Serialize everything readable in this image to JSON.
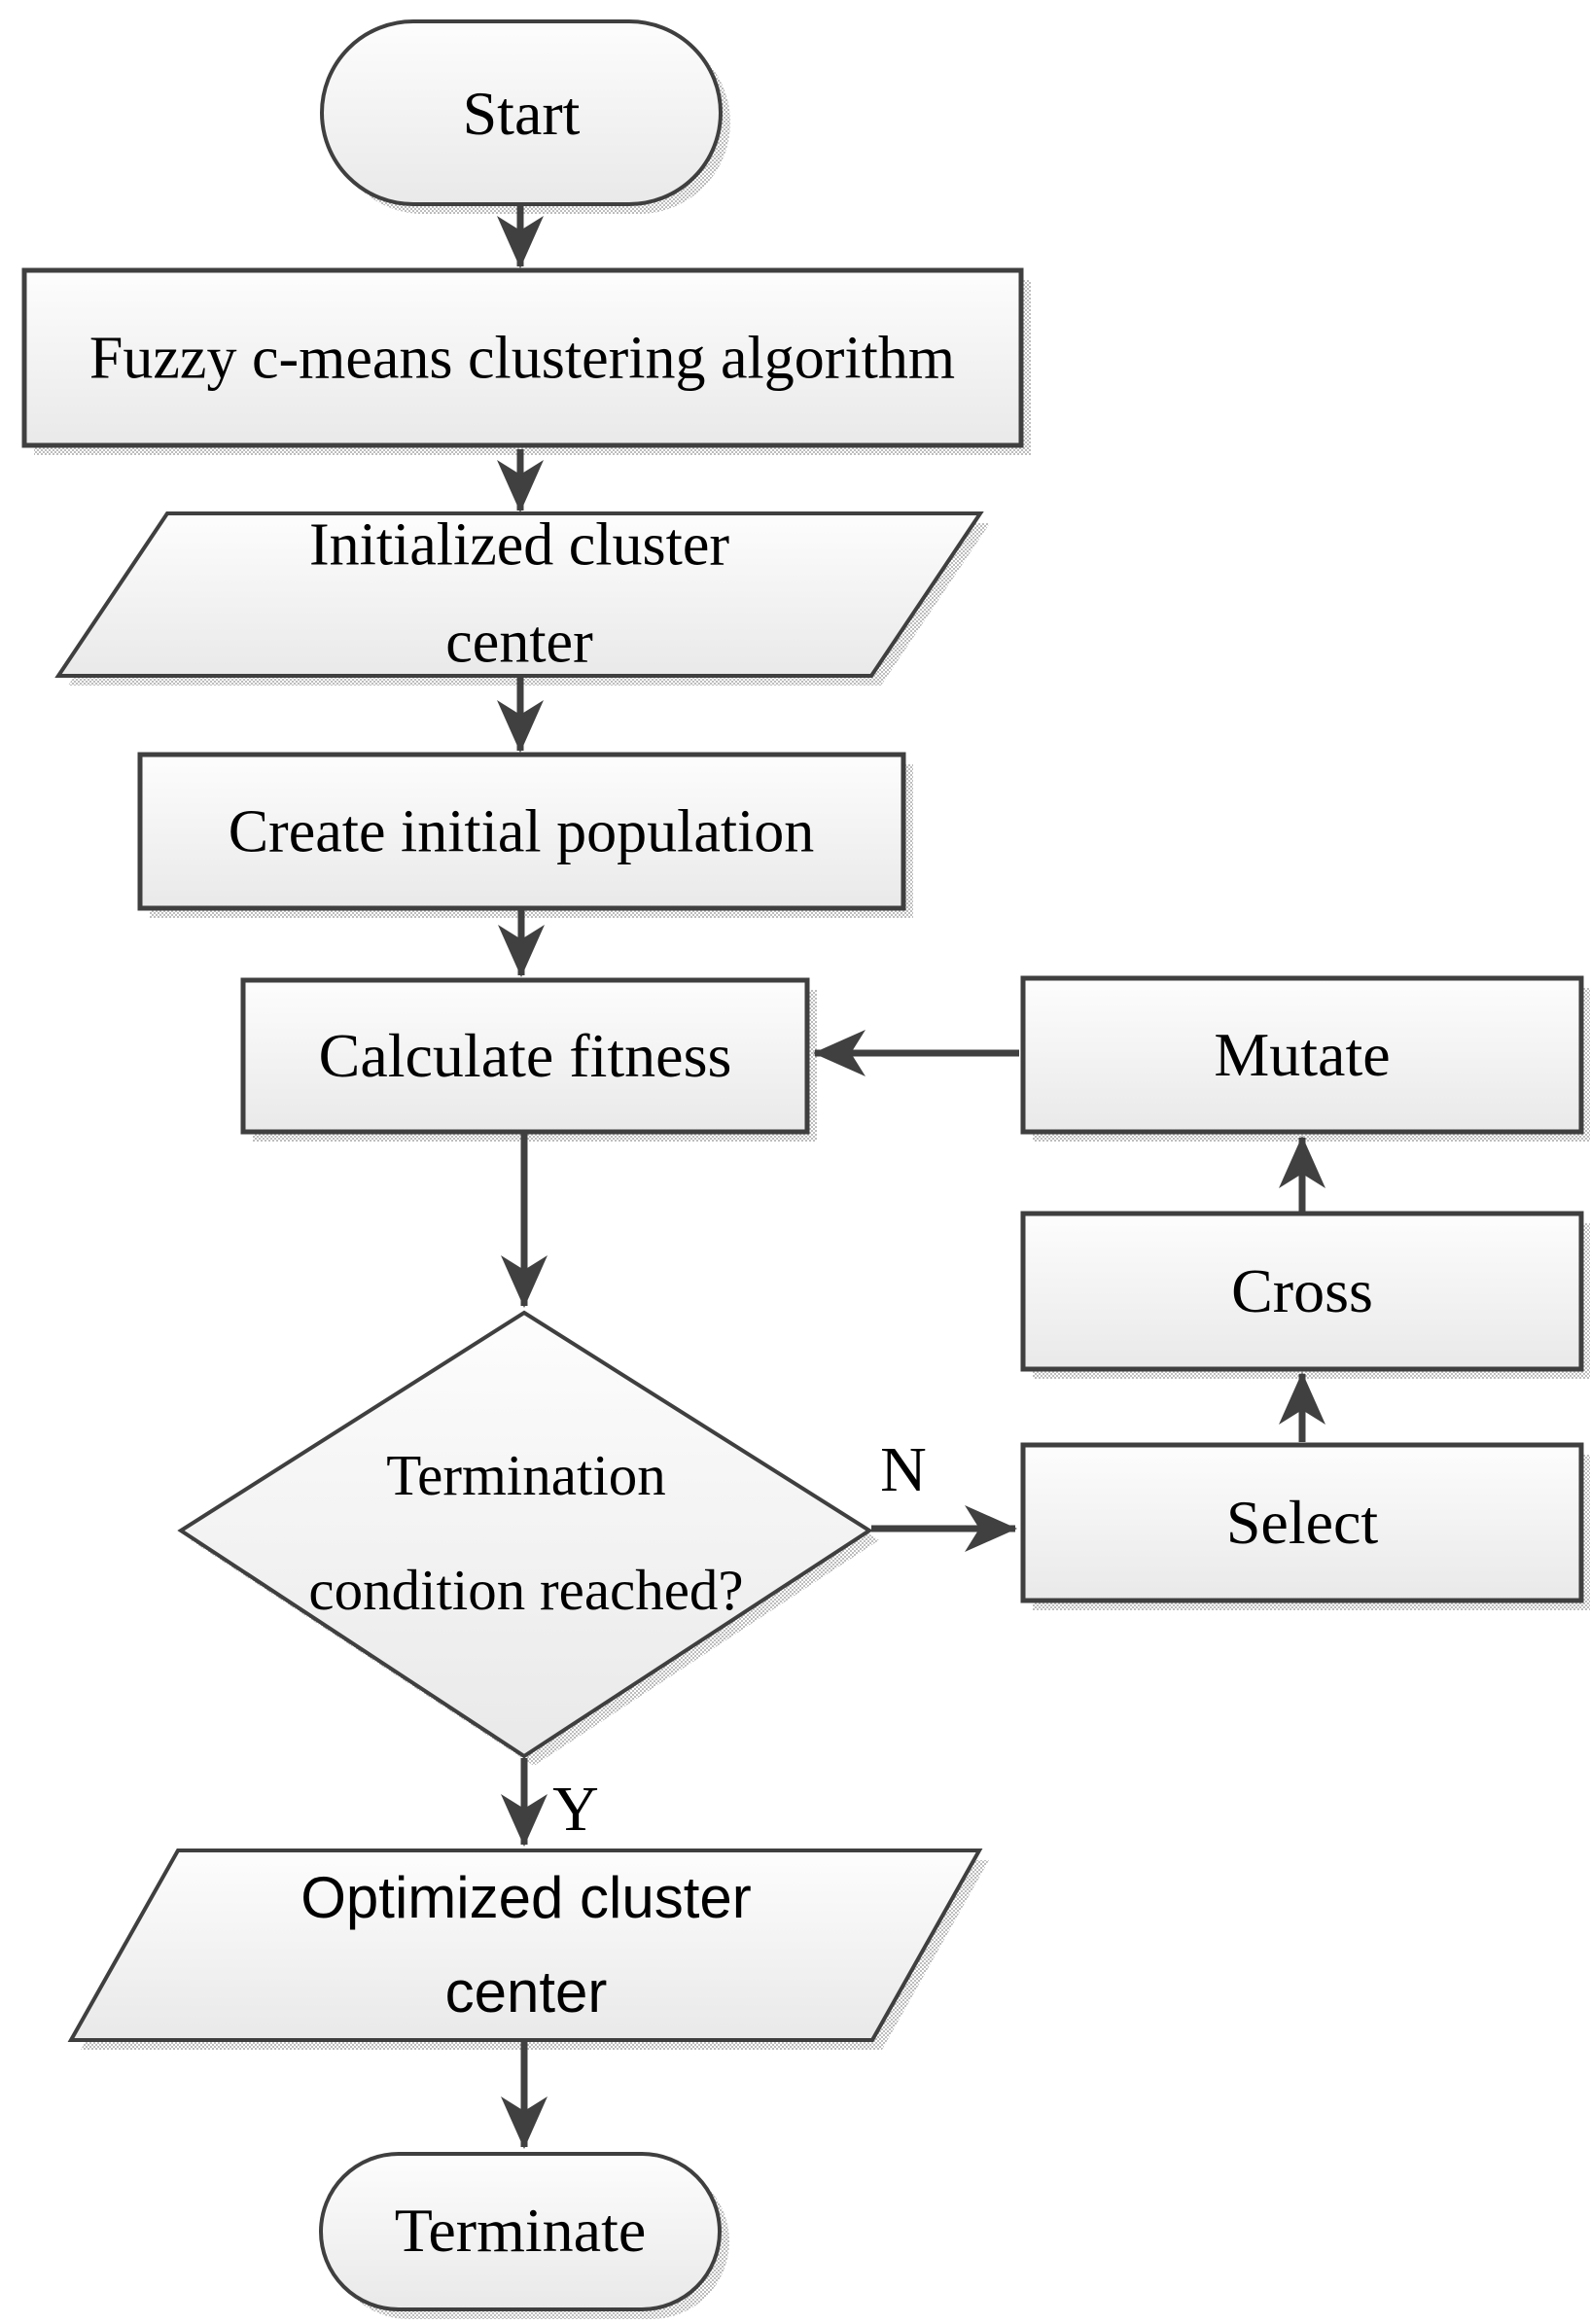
{
  "diagram_type": "flowchart",
  "nodes": {
    "start": {
      "shape": "terminator",
      "label": "Start"
    },
    "fcm": {
      "shape": "process",
      "label": "Fuzzy c-means clustering algorithm"
    },
    "init_center": {
      "shape": "data",
      "lines": [
        "Initialized cluster",
        "center"
      ]
    },
    "create_population": {
      "shape": "process",
      "label": "Create initial population"
    },
    "calculate_fitness": {
      "shape": "process",
      "label": "Calculate fitness"
    },
    "decision": {
      "shape": "decision",
      "lines": [
        "Termination",
        "condition reached?"
      ]
    },
    "optimized_center": {
      "shape": "data",
      "lines": [
        "Optimized cluster",
        "center"
      ]
    },
    "terminate": {
      "shape": "terminator",
      "label": "Terminate"
    },
    "mutate": {
      "shape": "process",
      "label": "Mutate"
    },
    "cross": {
      "shape": "process",
      "label": "Cross"
    },
    "select": {
      "shape": "process",
      "label": "Select"
    }
  },
  "edge_labels": {
    "no": "N",
    "yes": "Y"
  },
  "edges": [
    {
      "from": "start",
      "to": "fcm"
    },
    {
      "from": "fcm",
      "to": "init_center"
    },
    {
      "from": "init_center",
      "to": "create_population"
    },
    {
      "from": "create_population",
      "to": "calculate_fitness"
    },
    {
      "from": "calculate_fitness",
      "to": "decision"
    },
    {
      "from": "decision",
      "to": "optimized_center",
      "label": "Y"
    },
    {
      "from": "optimized_center",
      "to": "terminate"
    },
    {
      "from": "decision",
      "to": "select",
      "label": "N"
    },
    {
      "from": "select",
      "to": "cross"
    },
    {
      "from": "cross",
      "to": "mutate"
    },
    {
      "from": "mutate",
      "to": "calculate_fitness"
    }
  ],
  "colors": {
    "background": "#ffffff",
    "border": "#3f3f3f",
    "arrow": "#404040",
    "text": "#000000",
    "shape_fill_top": "#fdfdfd",
    "shape_fill_bottom": "#e9e9e9",
    "shadow": "#bdbdbd"
  }
}
